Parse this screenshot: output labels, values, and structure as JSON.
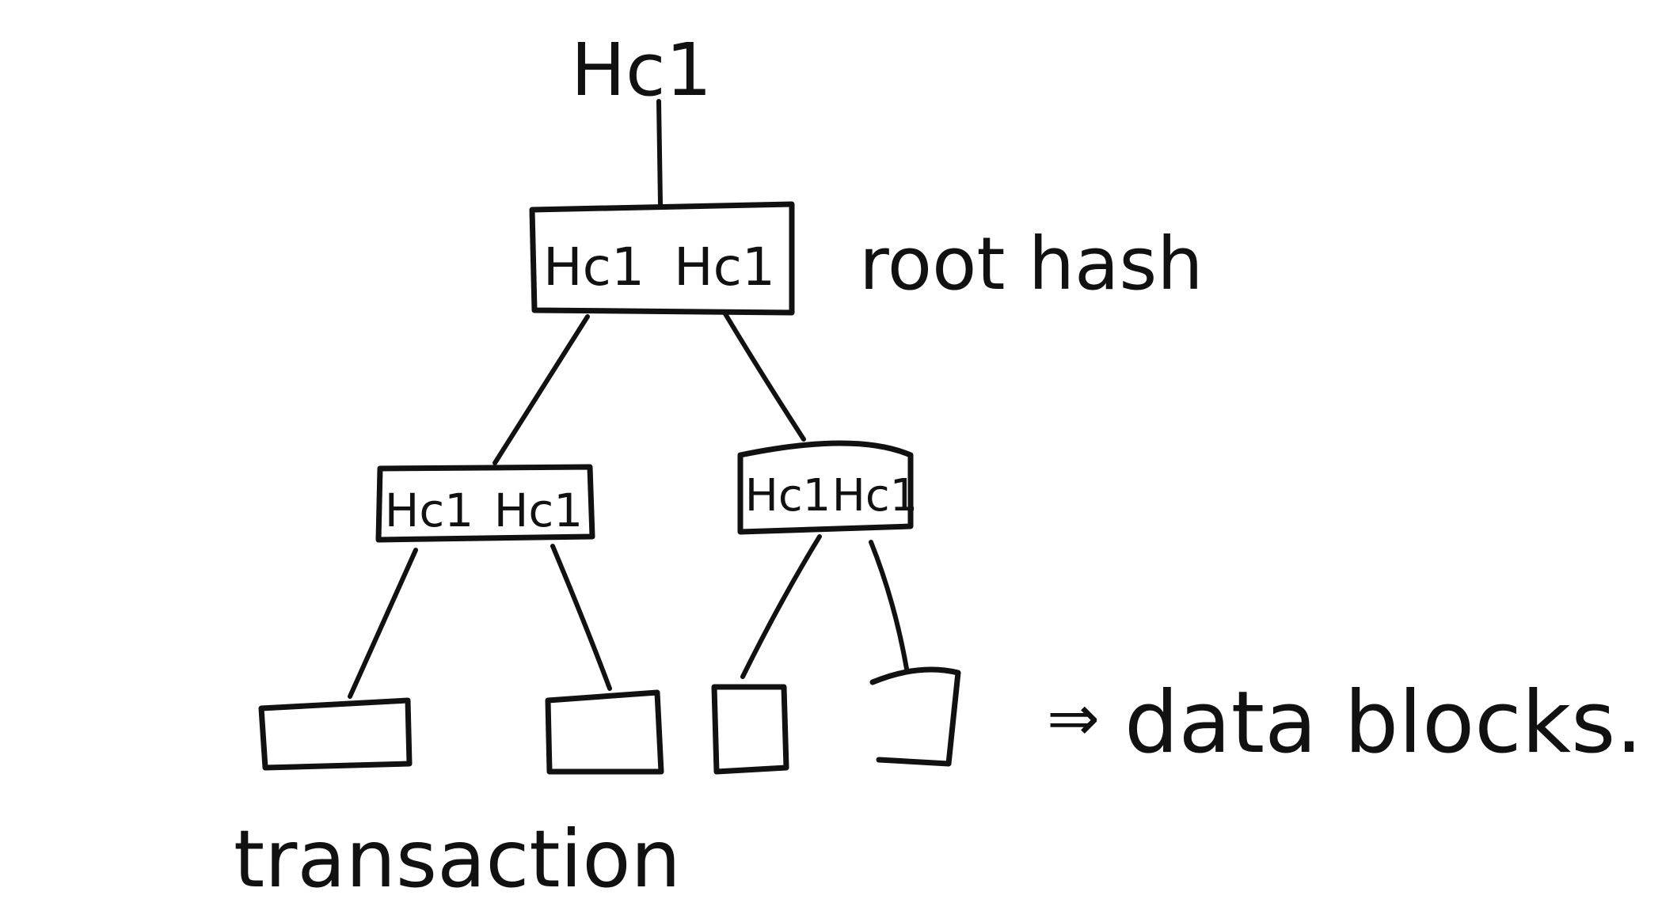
{
  "diagram": {
    "top_hash": "Hc1",
    "root_hash_label": "root hash",
    "root_node": {
      "left_hash": "Hc1",
      "right_hash": "Hc1"
    },
    "left_node": {
      "left_hash": "Hc1",
      "right_hash": "Hc1"
    },
    "right_node": {
      "left_hash": "Hc1",
      "right_hash": "Hc1"
    },
    "data_blocks_arrow": "⇒",
    "data_blocks_label": "data blocks.",
    "transaction_label": "transaction"
  },
  "colors": {
    "ink": "#111111",
    "background": "#ffffff"
  }
}
